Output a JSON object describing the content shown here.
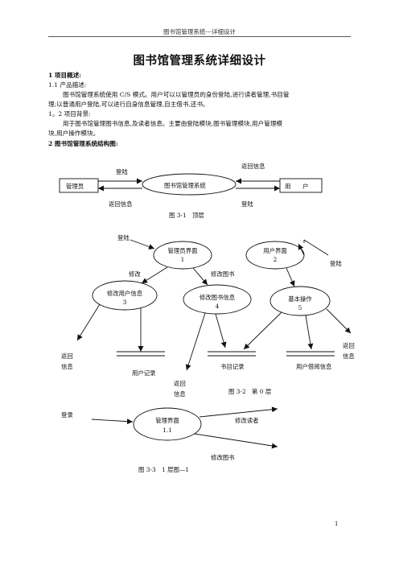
{
  "header": "图书馆管理系统---详细设计",
  "title": "图书馆管理系统详细设计",
  "sections": {
    "s1_heading": "1 项目概述:",
    "s11_heading": "1.1 产品描述:",
    "s11_line1": "图书馆管理系统使用 C/S 模式。用户可以以管理员的身份登陆,进行读者管理,书目管",
    "s11_line2": "理;以普通用户登陆,可以进行自身信息管理,自主借书,还书。",
    "s12_heading": "1。2 项目背景:",
    "s12_line1": "用于图书馆管理图书信息,及读者信息。主要由登陆模块,图书管理模块,用户管理模",
    "s12_line2": "块,用户操作模块。",
    "s2_heading": "2 图书馆管理系统结构图:"
  },
  "diagram1": {
    "admin": "管理员",
    "system": "图书馆管理系统",
    "user": "用　　户",
    "login_top": "登陆",
    "return_top": "返回信息",
    "return_bottom": "返回信息",
    "login_bottom": "登陆",
    "caption": "图 3-1　顶层"
  },
  "diagram2": {
    "login_left": "登陆",
    "admin_ui_title": "管理员界面",
    "admin_ui_num": "1",
    "user_ui_title": "用户界面",
    "user_ui_num": "2",
    "login_right": "登陆",
    "modify": "修改",
    "modify_book": "修改图书",
    "mod_user_title": "修改用户信息",
    "mod_user_num": "3",
    "mod_book_title": "修改图书信息",
    "mod_book_num": "4",
    "basic_op_title": "基本操作",
    "basic_op_num": "5",
    "return_left_1": "返回",
    "return_left_2": "信息",
    "user_record": "用户记录",
    "return_mid_1": "返回",
    "return_mid_2": "信息",
    "book_record": "书目记录",
    "borrow_info": "用户借阅信息",
    "return_right_1": "返回",
    "return_right_2": "信息",
    "caption": "图 3-2　第 0 层"
  },
  "diagram3": {
    "login": "登录",
    "admin_ui_title": "管理界面",
    "admin_ui_num": "1.1",
    "modify_reader": "修改读者",
    "modify_book": "修改图书",
    "caption": "图 3-3　1 层图—1"
  },
  "page_number": "1"
}
